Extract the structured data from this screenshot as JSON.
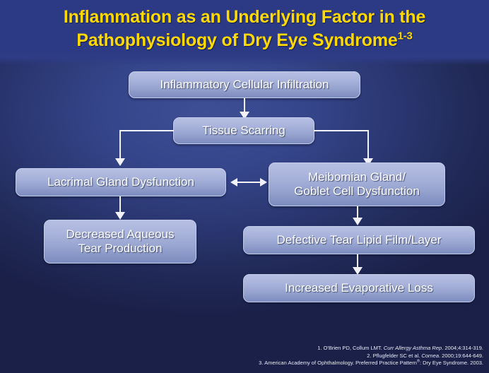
{
  "slide": {
    "title_line1": "Inflammation as an Underlying Factor in the",
    "title_line2": "Pathophysiology of Dry Eye Syndrome",
    "title_superscript": "1-3",
    "accent_color": "#ffd900",
    "background_color": "#2a3772",
    "box_fill_top": "#b6bfe2",
    "box_fill_bottom": "#7e8dbf",
    "connector_color": "#f2f3fa"
  },
  "flow": {
    "nodes": [
      {
        "id": "inflammatory-cellular-infiltration",
        "label": "Inflammatory Cellular Infiltration"
      },
      {
        "id": "tissue-scarring",
        "label": "Tissue Scarring"
      },
      {
        "id": "lacrimal-gland-dysfunction",
        "label": "Lacrimal Gland Dysfunction"
      },
      {
        "id": "meibomian-goblet-dysfunction",
        "label": "Meibomian Gland/\nGoblet Cell Dysfunction"
      },
      {
        "id": "decreased-aqueous-tear-production",
        "label": "Decreased Aqueous\nTear Production"
      },
      {
        "id": "defective-tear-lipid-film",
        "label": "Defective Tear Lipid Film/Layer"
      },
      {
        "id": "increased-evaporative-loss",
        "label": "Increased Evaporative Loss"
      }
    ]
  },
  "references": [
    {
      "number": "1.",
      "authors": "O'Brien PD, Collum LMT.",
      "journal": "Curr Allergy Asthma Rep",
      "citation": ". 2004;4:314-319."
    },
    {
      "number": "2.",
      "authors": "Pflugfelder SC et al.",
      "journal": "Cornea",
      "citation": ". 2000;19:644-649."
    },
    {
      "number": "3.",
      "authors": "American Academy of Ophthalmology. Preferred Practice Pattern",
      "journal": "",
      "citation": ": Dry Eye Syndrome. 2003."
    }
  ]
}
